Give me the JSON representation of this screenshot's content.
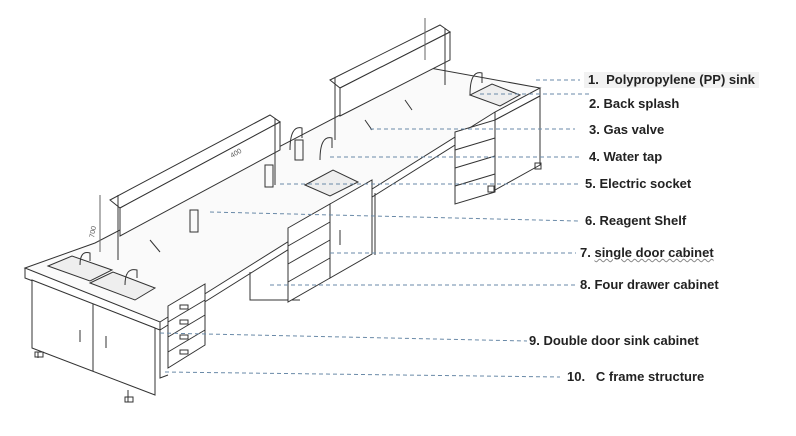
{
  "labels": [
    {
      "num": "1.",
      "text": "Polypropylene (PP) sink"
    },
    {
      "num": "2.",
      "text": "Back splash"
    },
    {
      "num": "3.",
      "text": "Gas valve"
    },
    {
      "num": "4.",
      "text": "Water tap"
    },
    {
      "num": "5.",
      "text": "Electric socket"
    },
    {
      "num": "6.",
      "text": "Reagent Shelf"
    },
    {
      "num": "7.",
      "text": "single door cabinet"
    },
    {
      "num": "8.",
      "text": "Four drawer cabinet"
    },
    {
      "num": "9.",
      "text": "Double door sink cabinet"
    },
    {
      "num": "10.",
      "text": "C frame structure"
    }
  ],
  "dimension_marks": [
    "700",
    "400"
  ]
}
